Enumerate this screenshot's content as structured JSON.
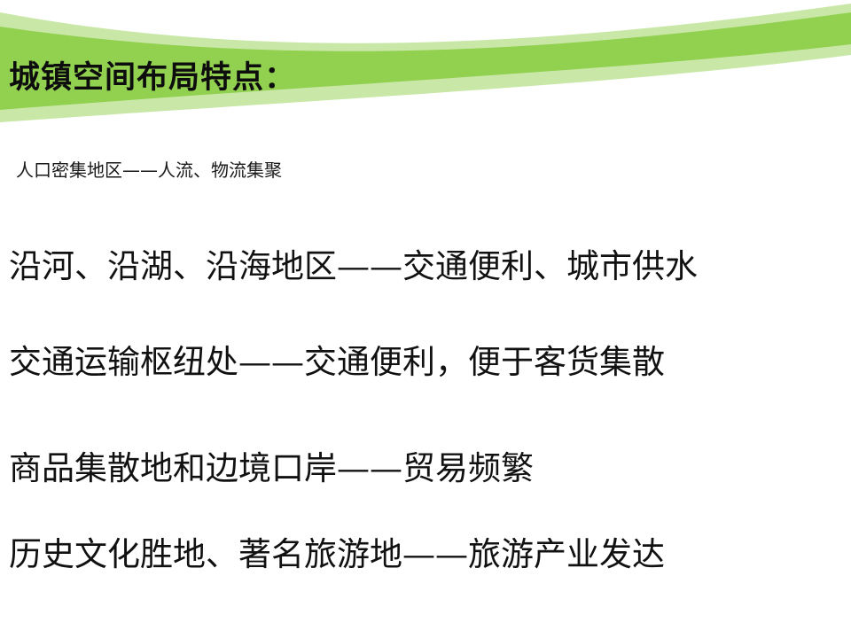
{
  "slide": {
    "title": "城镇空间布局特点：",
    "subtitle": "人口密集地区——人流、物流集聚"
  },
  "points": [
    "沿河、沿湖、沿海地区——交通便利、城市供水",
    "交通运输枢纽处——交通便利，便于客货集散",
    "商品集散地和边境口岸——贸易频繁",
    "历史文化胜地、著名旅游地——旅游产业发达"
  ],
  "colors": {
    "banner_main": "#92d050",
    "banner_light": "#c9e8a8",
    "text": "#111111"
  }
}
